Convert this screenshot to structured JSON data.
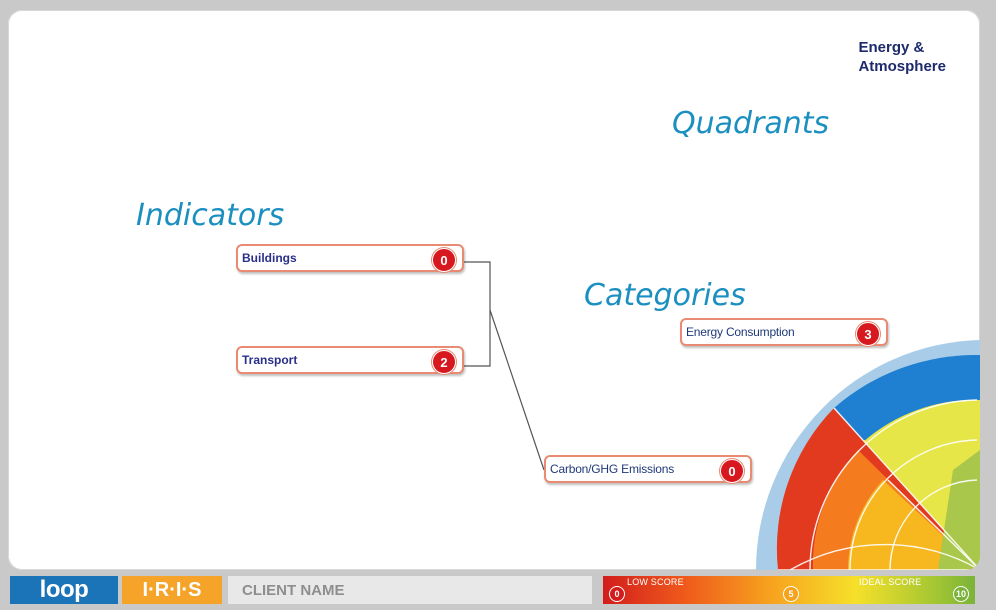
{
  "quadrant": {
    "title": "Energy &\nAtmosphere"
  },
  "labels": {
    "quadrants": "Quadrants",
    "indicators": "Indicators",
    "categories": "Categories"
  },
  "indicators": [
    {
      "label": "Buildings",
      "score": "0"
    },
    {
      "label": "Transport",
      "score": "2"
    }
  ],
  "categories": [
    {
      "label": "Energy Consumption",
      "score": "3"
    },
    {
      "label": "Carbon/GHG Emissions",
      "score": "0"
    }
  ],
  "footer": {
    "brand_loop": "loop",
    "brand_iris": "I·R·I·S",
    "client_name": "CLIENT NAME",
    "low_score_label": "LOW SCORE",
    "ideal_score_label": "IDEAL SCORE",
    "scale_values": [
      "0",
      "5",
      "10"
    ]
  },
  "colors": {
    "accent_blue": "#1b8fc0",
    "score_red": "#d7191f",
    "node_border": "#e98a72",
    "brand_blue": "#1b73b8",
    "brand_orange": "#f6a32a"
  }
}
